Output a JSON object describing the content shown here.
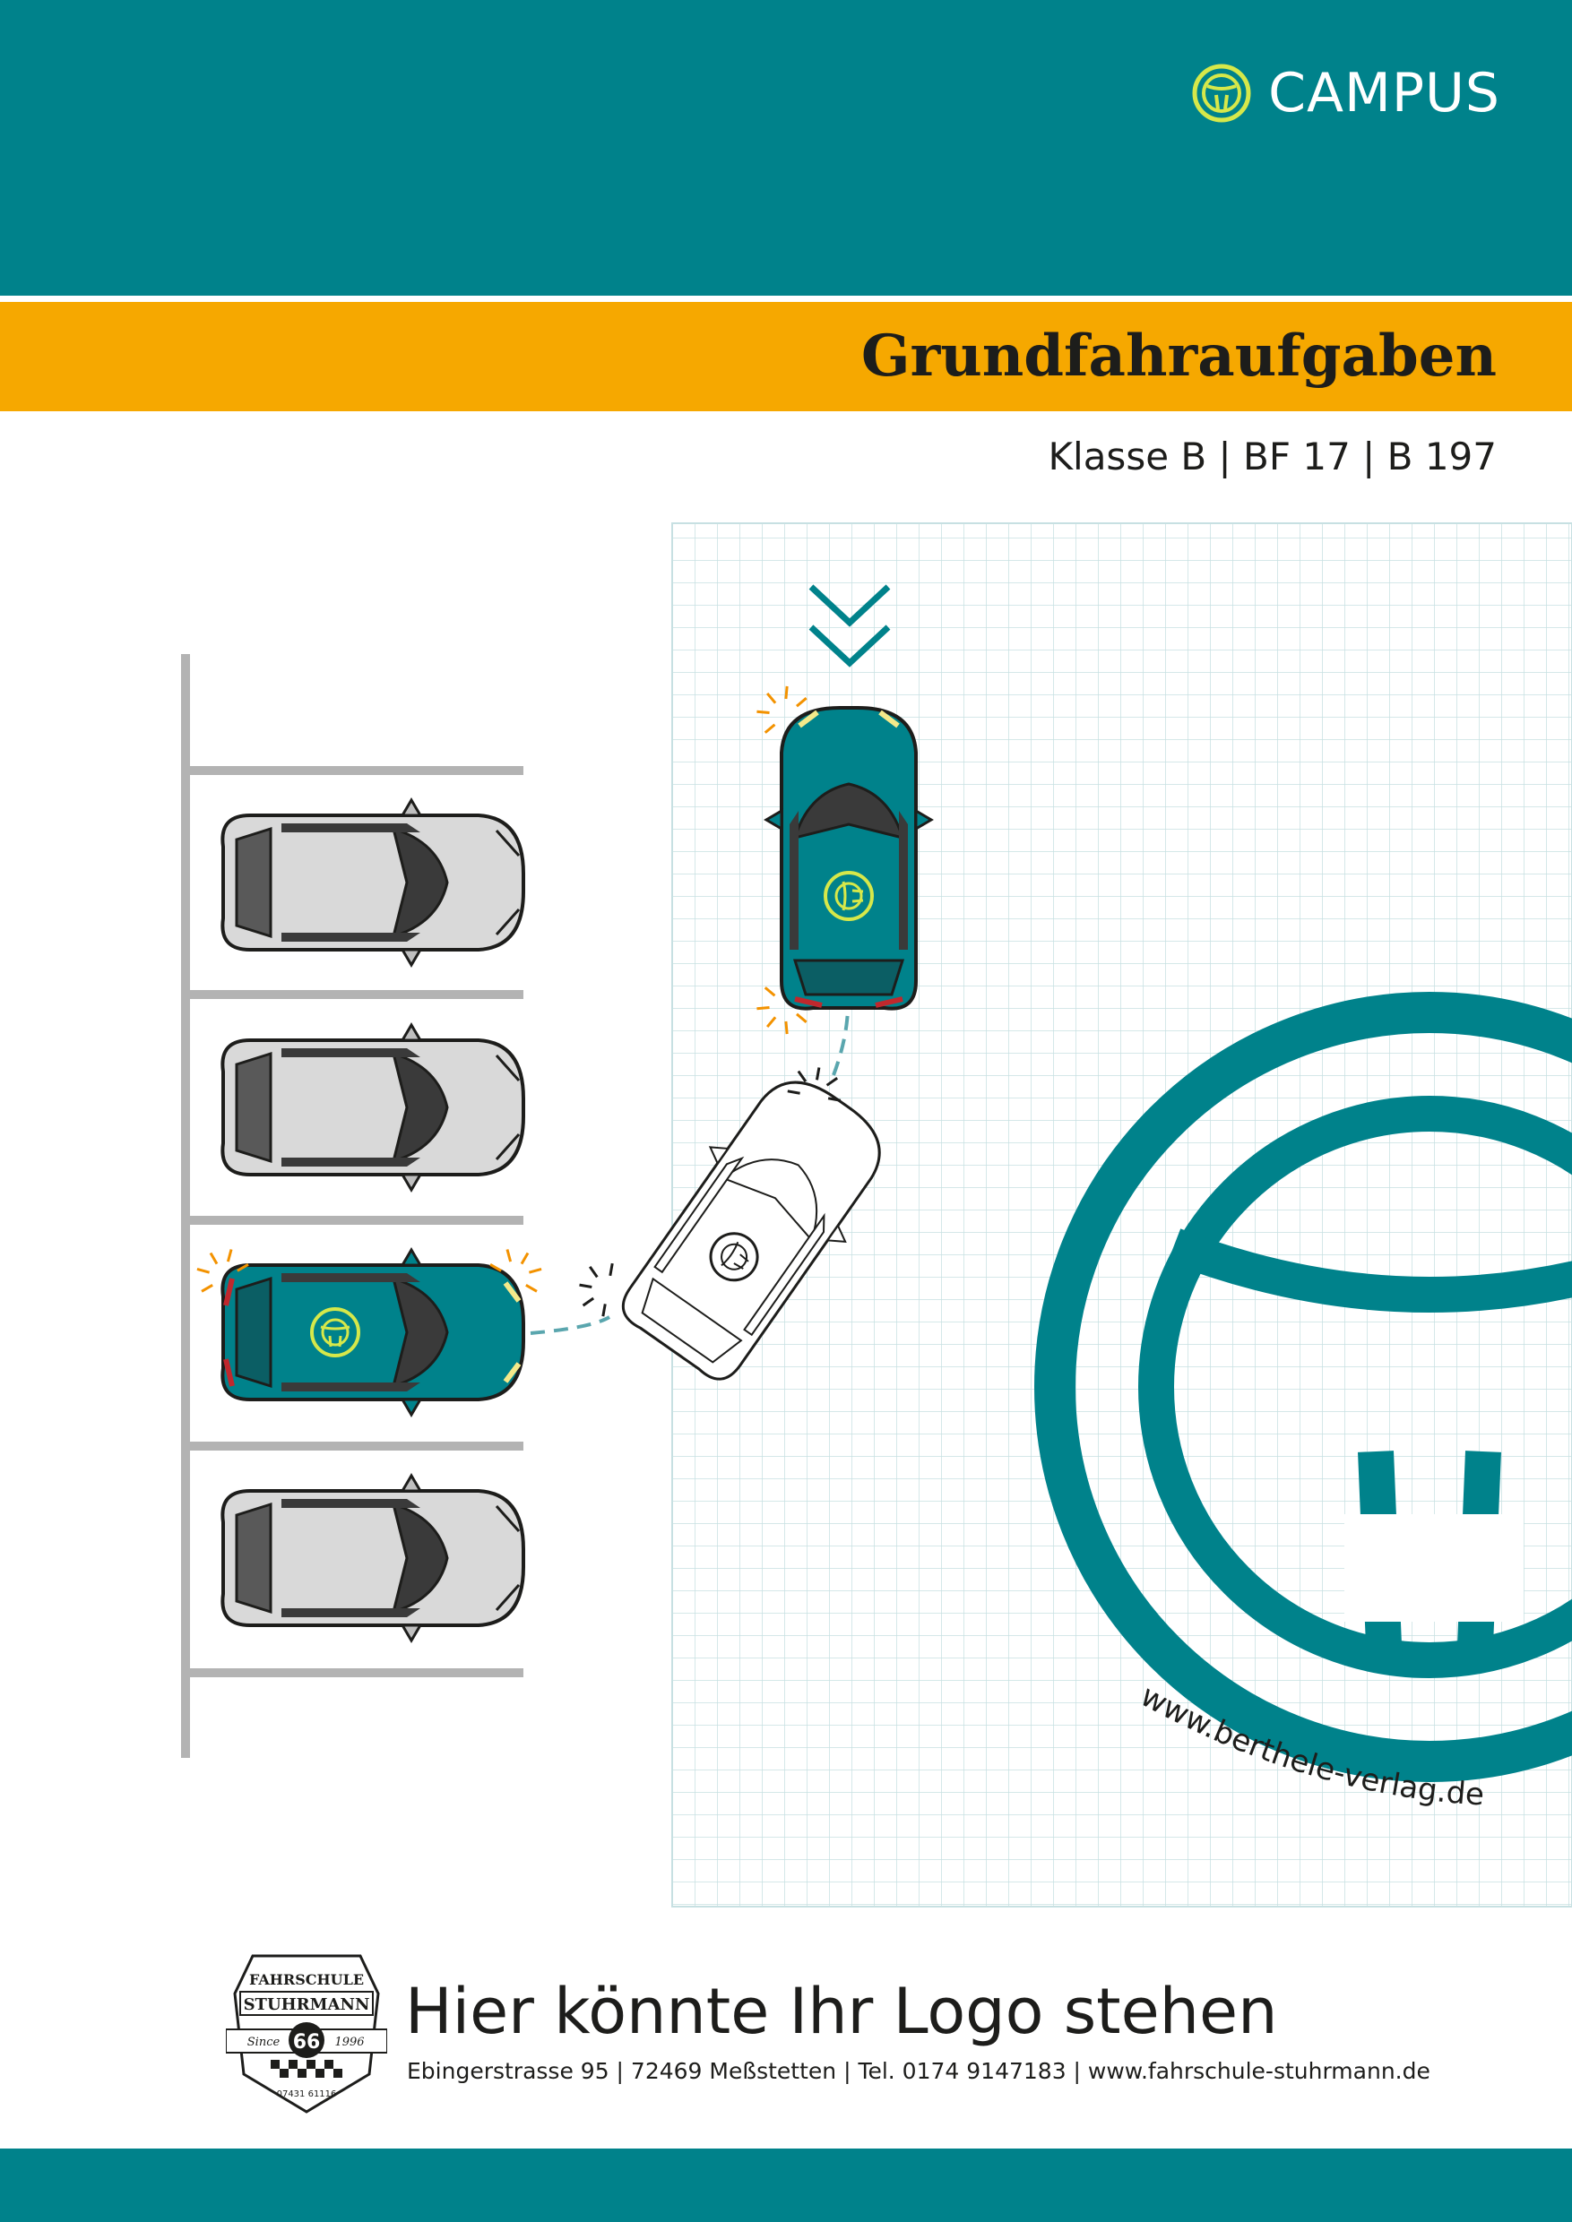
{
  "header": {
    "brand_name": "CAMPUS",
    "brand_icon": "steering-wheel-icon"
  },
  "title_bar": {
    "title": "Grundfahraufgaben"
  },
  "subtitle": "Klasse B | BF 17 | B 197",
  "illustration": {
    "publisher_url": "www.berthele-verlag.de",
    "parking_cars_gray": 3,
    "parking_cars_teal": 1
  },
  "footer": {
    "logo": {
      "line1": "FAHRSCHULE",
      "line2": "STUHRMANN",
      "number": "66",
      "since": "Since",
      "year": "1996",
      "phone": "07431 61116"
    },
    "placeholder_text": "Hier könnte Ihr Logo stehen",
    "address": "Ebingerstrasse 95 | 72469 Meßstetten | Tel. 0174 9147183 | www.fahrschule-stuhrmann.de"
  },
  "colors": {
    "teal": "#00828b",
    "orange": "#f6a800",
    "lime": "#d6e84a",
    "gray_car": "#d9d9d9"
  }
}
